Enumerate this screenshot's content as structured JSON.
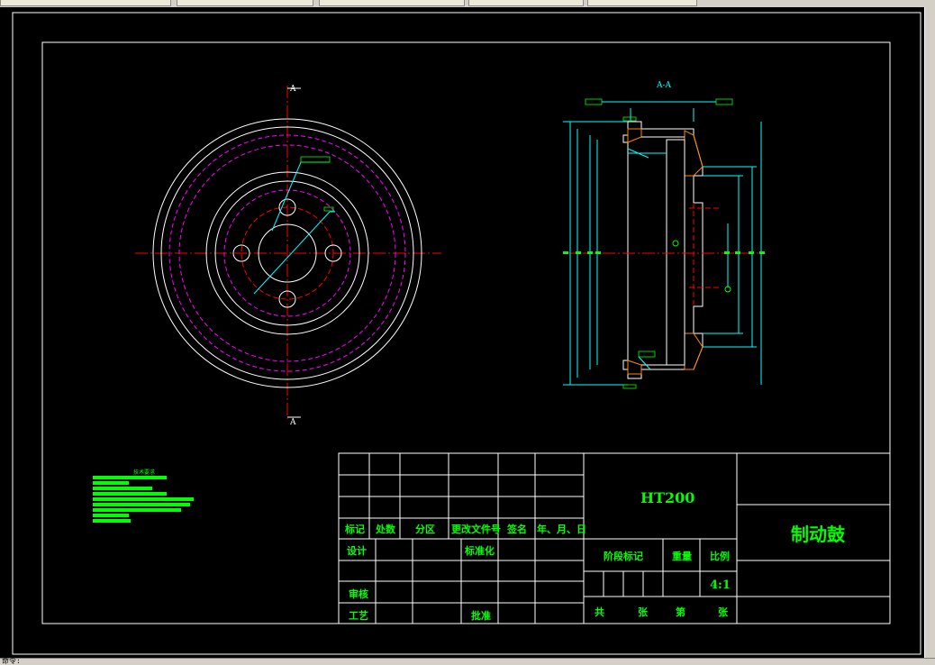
{
  "tabs": [
    "",
    "",
    "",
    "",
    ""
  ],
  "status": {
    "prompt": "命令:"
  },
  "drawing": {
    "section_label_top": "A",
    "section_label_bottom": "A",
    "section_title": "A-A",
    "notes_title": "技术要求",
    "material": "HT200",
    "part_name": "制动鼓",
    "scale": "4:1",
    "title_block": {
      "biaoji": "标记",
      "chushu": "处数",
      "fenqu": "分区",
      "genggai": "更改文件号",
      "qianming": "签名",
      "nianyueri": "年、月、日",
      "sheji": "设计",
      "biaozhunhua": "标准化",
      "jieduan": "阶段标记",
      "zhongliang": "重量",
      "bili": "比例",
      "shenhe": "审核",
      "gongyi": "工艺",
      "pizhun": "批准",
      "gong": "共",
      "zhang1": "张",
      "di": "第",
      "zhang2": "张"
    }
  },
  "colors": {
    "background": "#000000",
    "green": "#00ff00",
    "white": "#ffffff",
    "red": "#ff0000",
    "magenta": "#ff00ff",
    "cyan": "#00ffff"
  }
}
